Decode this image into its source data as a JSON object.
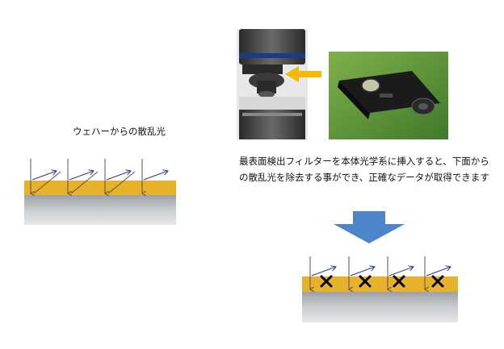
{
  "left_panel": {
    "caption": "ウェハーからの散乱光"
  },
  "right_panel": {
    "caption_line1": "最表面検出フィルターを本体光学系に挿入すると、下面から",
    "caption_line2": "の散乱光を除去する事ができ、正確なデータが取得できます"
  },
  "colors": {
    "film": "#e8b12a",
    "substrate": "#b9bcc1",
    "arrow_yellow": "#f5b800",
    "down_arrow_blue": "#4a86c8",
    "light_gray": "#555555",
    "scatter_blue": "#2f3a8a"
  }
}
